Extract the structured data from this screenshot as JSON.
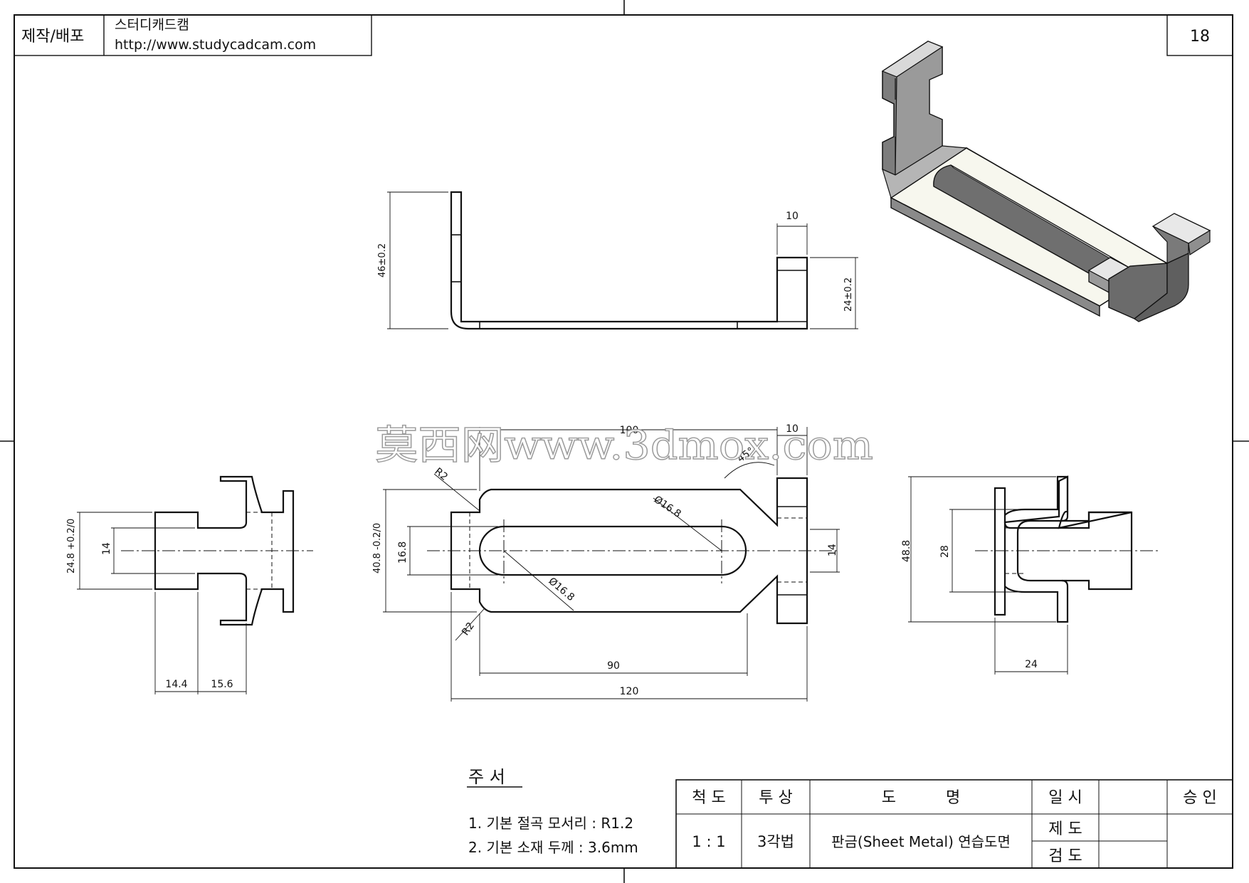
{
  "header": {
    "maker_label": "제작/배포",
    "brand": "스터디캐드캠",
    "url": "http://www.studycadcam.com",
    "page_number": "18"
  },
  "watermark": "莫西网www.3dmox.com",
  "dims": {
    "front_height": "46±0.2",
    "front_tab_width": "10",
    "front_tab_height": "24±0.2",
    "top_length": "100",
    "top_tab": "10",
    "top_angle": "45°",
    "radius_top": "R2",
    "radius_bottom": "R2",
    "slot_dia_top": "Ø16.8",
    "slot_dia_bottom": "Ø16.8",
    "top_width": "40.8 -0.2/0",
    "top_slot_width": "16.8",
    "top_right_width": "14",
    "slot_length": "90",
    "overall_length": "120",
    "left_height": "24.8 +0.2/0",
    "left_inner": "14",
    "left_w1": "14.4",
    "left_w2": "15.6",
    "right_height": "48.8",
    "right_inner": "28",
    "right_width": "24"
  },
  "notes": {
    "title": "주  서",
    "line1": "1. 기본 절곡 모서리 : R1.2",
    "line2": "2. 기본 소재 두께 : 3.6mm"
  },
  "title_block": {
    "scale_label": "척  도",
    "projection_label": "투  상",
    "drawing_name_label": "도          명",
    "date_label": "일  시",
    "approval_label": "승  인",
    "scale_value": "1 : 1",
    "projection_value": "3각법",
    "drawing_name": "판금(Sheet Metal) 연습도면",
    "drafted_label": "제  도",
    "checked_label": "검  도"
  }
}
